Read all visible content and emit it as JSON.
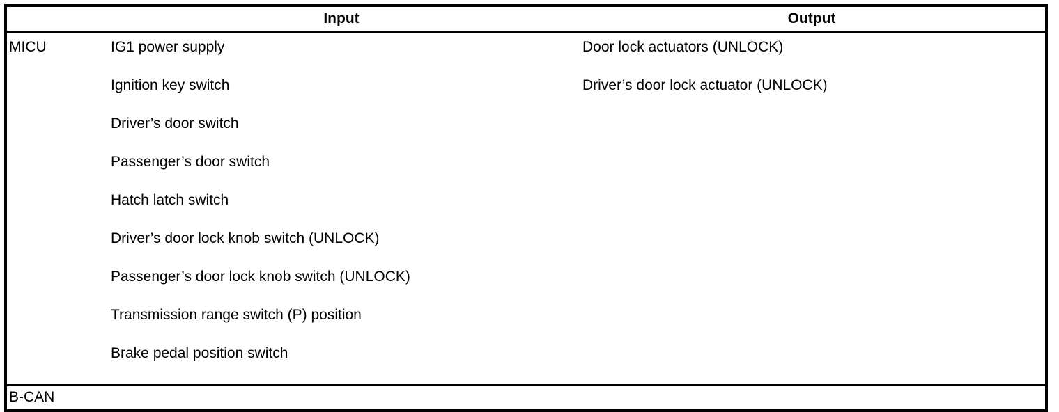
{
  "table": {
    "columns": [
      {
        "key": "module",
        "label": ""
      },
      {
        "key": "input",
        "label": "Input"
      },
      {
        "key": "output",
        "label": "Output"
      }
    ],
    "rows": [
      {
        "module": "MICU",
        "input": [
          "IG1 power supply",
          "Ignition key switch",
          "Driver’s door switch",
          "Passenger’s door switch",
          "Hatch latch switch",
          "Driver’s door lock knob switch (UNLOCK)",
          "Passenger’s door lock knob switch (UNLOCK)",
          "Transmission range switch (P) position",
          "Brake pedal position switch"
        ],
        "output": [
          "Door lock actuators (UNLOCK)",
          "Driver’s door lock actuator (UNLOCK)"
        ]
      },
      {
        "module": "B-CAN",
        "input": [],
        "output": []
      }
    ]
  },
  "colors": {
    "border": "#000000",
    "text": "#000000",
    "background": "#ffffff"
  }
}
